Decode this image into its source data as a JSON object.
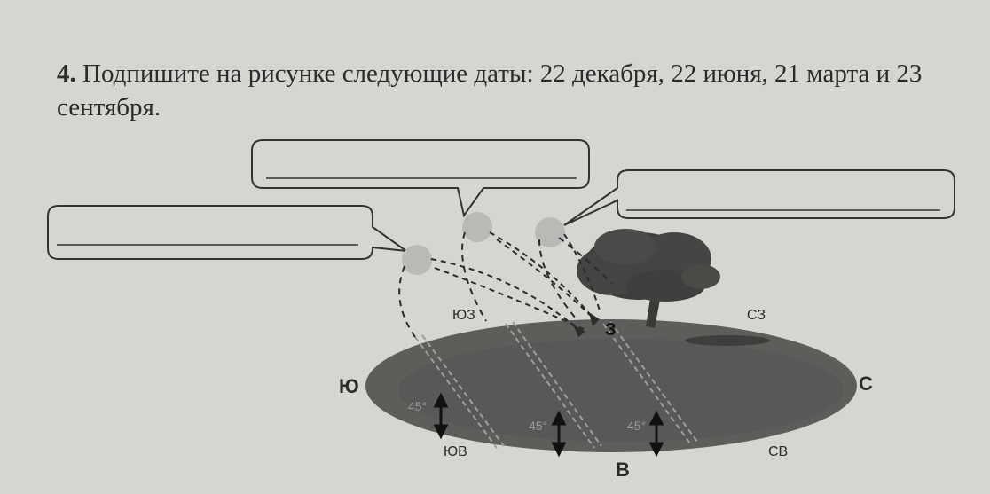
{
  "task": {
    "number": "4.",
    "text": "Подпишите на рисунке следующие даты: 22 декабря, 22 июня, 21 марта и 23 сентября."
  },
  "directions": {
    "south": "Ю",
    "north": "С",
    "west": "З",
    "east": "В",
    "southwest": "ЮЗ",
    "northwest": "СЗ",
    "southeast": "ЮВ",
    "northeast": "СВ"
  },
  "angles": [
    "45°",
    "45°",
    "45°"
  ],
  "colors": {
    "paper": "#d6d5d0",
    "ground": "#5d5d5a",
    "sun": "#b9b9b6",
    "ink": "#2b2b2b"
  }
}
